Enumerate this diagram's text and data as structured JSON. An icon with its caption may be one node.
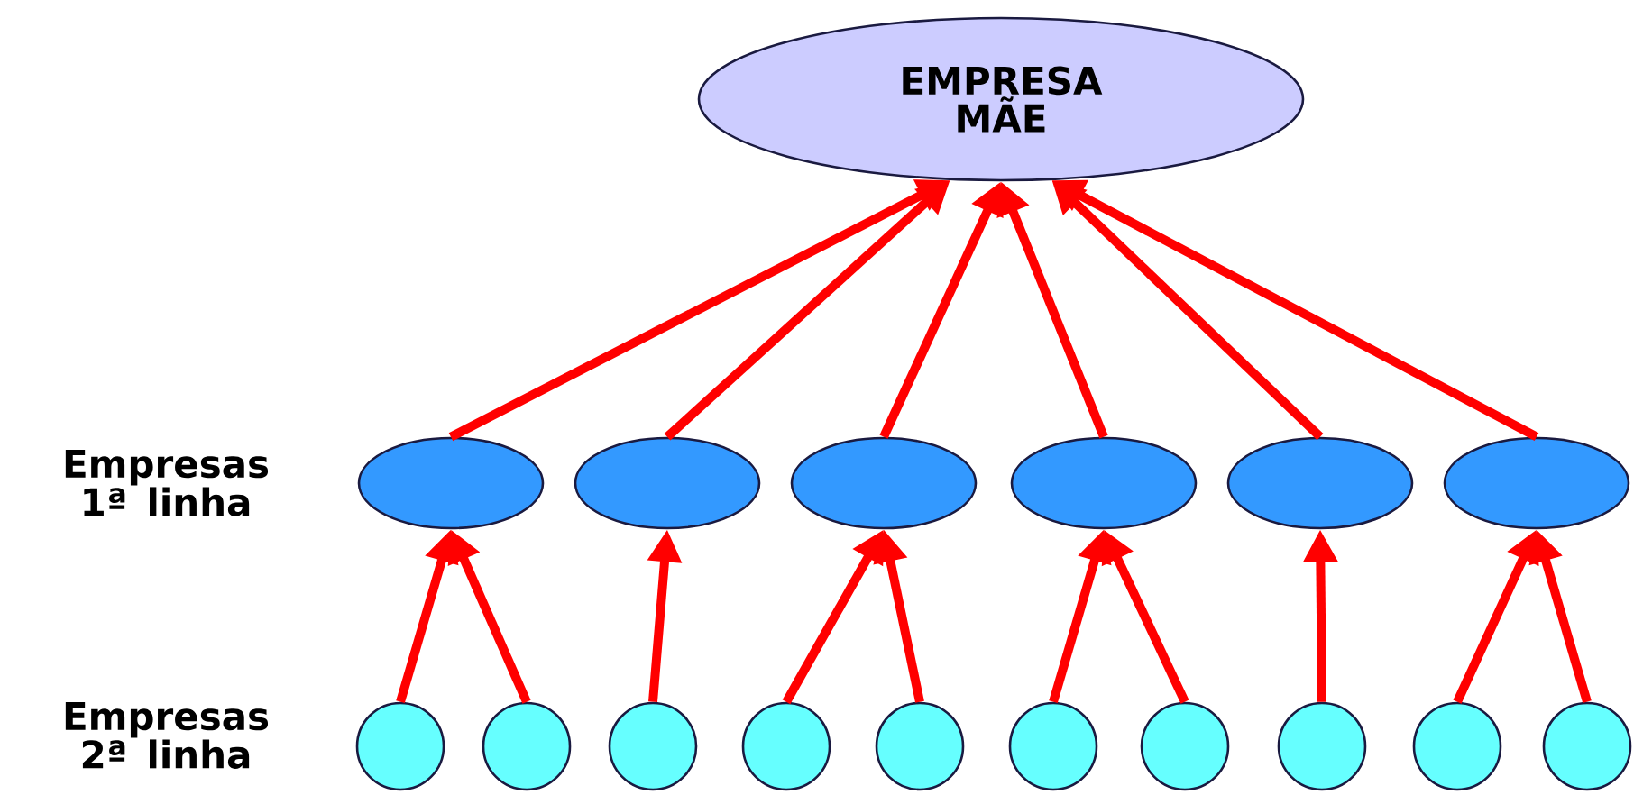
{
  "diagram": {
    "nodes": [
      {
        "text": [
          "EMPRESA MÃE"
        ]
      },
      {
        "text": [],
        "shape": "ellipse"
      },
      {
        "text": [],
        "shape": "ellipse"
      },
      {
        "text": [],
        "shape": "ellipse"
      },
      {
        "text": [],
        "shape": "ellipse"
      },
      {
        "text": [],
        "shape": "ellipse"
      },
      {
        "text": [],
        "shape": "ellipse"
      },
      {
        "text": [],
        "shape": "circle"
      },
      {
        "text": [],
        "shape": "circle"
      },
      {
        "text": [],
        "shape": "circle"
      },
      {
        "text": [],
        "shape": "circle"
      },
      {
        "text": [],
        "shape": "circle"
      },
      {
        "text": [],
        "shape": "circle"
      },
      {
        "text": [],
        "shape": "circle"
      },
      {
        "text": [],
        "shape": "circle"
      },
      {
        "text": [],
        "shape": "circle"
      },
      {
        "text": [],
        "shape": "circle"
      }
    ],
    "edges": [
      {
        "from": 1,
        "to": 0,
        "arrow": "to"
      },
      {
        "from": 2,
        "to": 0,
        "arrow": "to"
      },
      {
        "from": 3,
        "to": 0,
        "arrow": "to"
      },
      {
        "from": 4,
        "to": 0,
        "arrow": "to"
      },
      {
        "from": 5,
        "to": 0,
        "arrow": "to"
      },
      {
        "from": 6,
        "to": 0,
        "arrow": "to"
      },
      {
        "from": 7,
        "to": 1,
        "arrow": "to"
      },
      {
        "from": 8,
        "to": 1,
        "arrow": "to"
      },
      {
        "from": 9,
        "to": 2,
        "arrow": "to"
      },
      {
        "from": 10,
        "to": 3,
        "arrow": "to"
      },
      {
        "from": 11,
        "to": 3,
        "arrow": "to"
      },
      {
        "from": 12,
        "to": 4,
        "arrow": "to"
      },
      {
        "from": 13,
        "to": 4,
        "arrow": "to"
      },
      {
        "from": 14,
        "to": 5,
        "arrow": "to"
      },
      {
        "from": 15,
        "to": 6,
        "arrow": "to"
      },
      {
        "from": 16,
        "to": 6,
        "arrow": "to"
      }
    ],
    "labels": [
      "Empresas 1ª linha",
      "Empresas 2ª linha"
    ]
  }
}
